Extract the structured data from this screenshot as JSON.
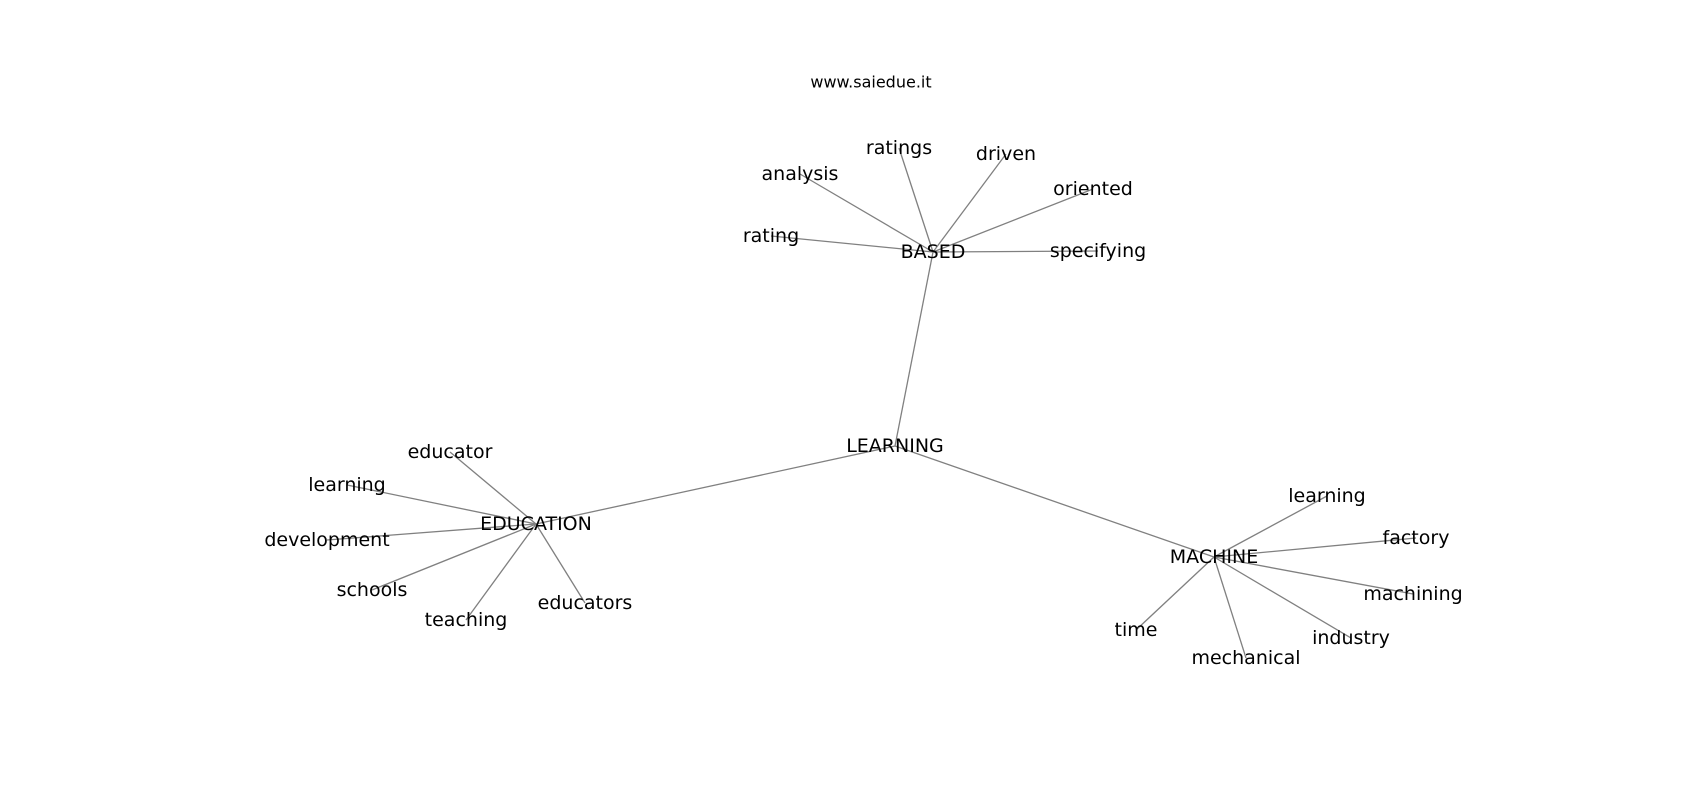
{
  "credit": "www.saiedue.it",
  "nodes": [
    {
      "id": "learning_center",
      "label": "LEARNING"
    },
    {
      "id": "based",
      "label": "BASED"
    },
    {
      "id": "education",
      "label": "EDUCATION"
    },
    {
      "id": "machine",
      "label": "MACHINE"
    },
    {
      "id": "ratings",
      "label": "ratings"
    },
    {
      "id": "driven",
      "label": "driven"
    },
    {
      "id": "analysis",
      "label": "analysis"
    },
    {
      "id": "oriented",
      "label": "oriented"
    },
    {
      "id": "rating",
      "label": "rating"
    },
    {
      "id": "specifying",
      "label": "specifying"
    },
    {
      "id": "educator",
      "label": "educator"
    },
    {
      "id": "learning_edu",
      "label": "learning"
    },
    {
      "id": "development",
      "label": "development"
    },
    {
      "id": "schools",
      "label": "schools"
    },
    {
      "id": "teaching",
      "label": "teaching"
    },
    {
      "id": "educators",
      "label": "educators"
    },
    {
      "id": "learning_mac",
      "label": "learning"
    },
    {
      "id": "factory",
      "label": "factory"
    },
    {
      "id": "machining",
      "label": "machining"
    },
    {
      "id": "industry",
      "label": "industry"
    },
    {
      "id": "mechanical",
      "label": "mechanical"
    },
    {
      "id": "time",
      "label": "time"
    }
  ],
  "edges": [
    [
      "learning_center",
      "based"
    ],
    [
      "learning_center",
      "education"
    ],
    [
      "learning_center",
      "machine"
    ],
    [
      "based",
      "ratings"
    ],
    [
      "based",
      "driven"
    ],
    [
      "based",
      "analysis"
    ],
    [
      "based",
      "oriented"
    ],
    [
      "based",
      "rating"
    ],
    [
      "based",
      "specifying"
    ],
    [
      "education",
      "educator"
    ],
    [
      "education",
      "learning_edu"
    ],
    [
      "education",
      "development"
    ],
    [
      "education",
      "schools"
    ],
    [
      "education",
      "teaching"
    ],
    [
      "education",
      "educators"
    ],
    [
      "machine",
      "learning_mac"
    ],
    [
      "machine",
      "factory"
    ],
    [
      "machine",
      "machining"
    ],
    [
      "machine",
      "industry"
    ],
    [
      "machine",
      "mechanical"
    ],
    [
      "machine",
      "time"
    ]
  ]
}
